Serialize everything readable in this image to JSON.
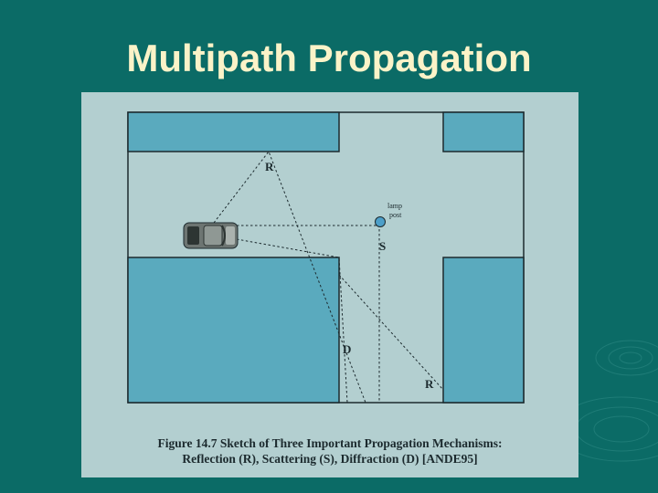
{
  "slide": {
    "title": "Multipath Propagation"
  },
  "figure": {
    "labels": {
      "reflection_top": "R",
      "reflection_bottom": "R",
      "scattering": "S",
      "diffraction": "D",
      "lamp_post_line1": "lamp",
      "lamp_post_line2": "post"
    },
    "caption_line_1": "Figure 14.7  Sketch of Three Important Propagation Mechanisms:",
    "caption_line_2": "Reflection (R), Scattering (S), Diffraction (D) [ANDE95]"
  },
  "colors": {
    "background": "#0b6b66",
    "title": "#fbf3c8",
    "panel": "#b3cfd0",
    "building": "#5aaabe",
    "outline": "#1c2a2e"
  }
}
